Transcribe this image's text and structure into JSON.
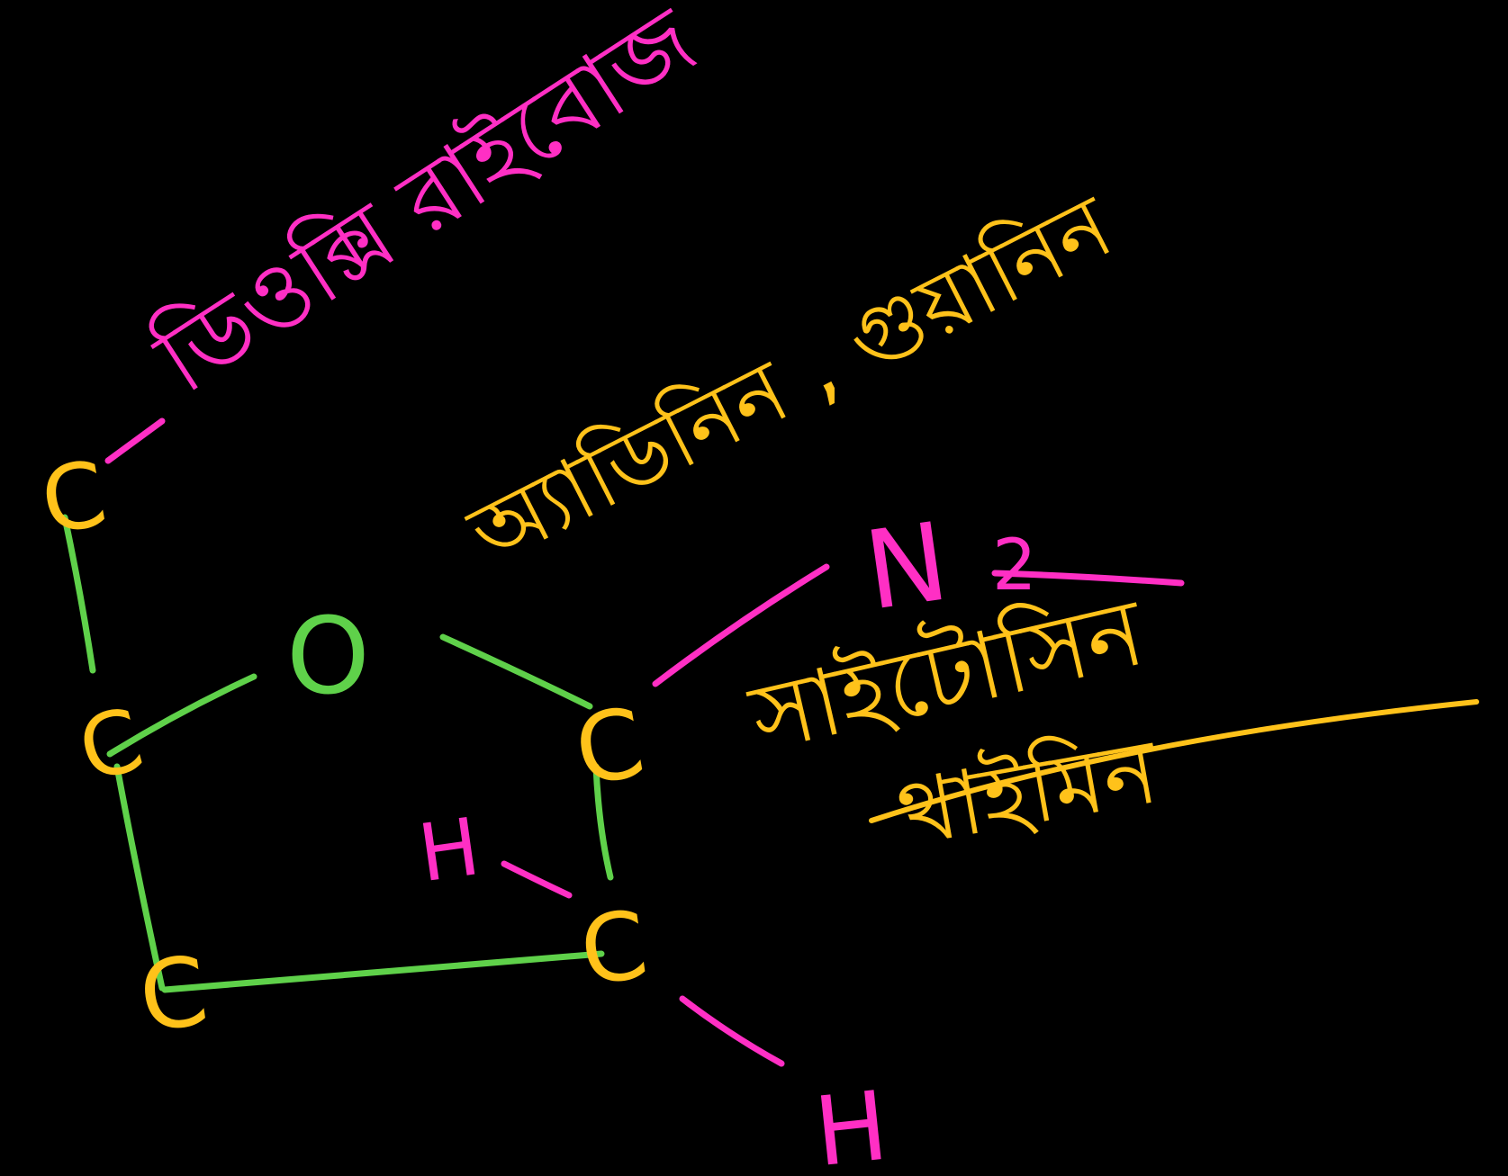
{
  "colors": {
    "background": "#000000",
    "atom": "#ffc21a",
    "bond": "#5fd14a",
    "note": "#ff2fc4",
    "label": "#ffc21a"
  },
  "atoms": {
    "carbon_top": "C",
    "carbon_left": "C",
    "carbon_bottom": "C",
    "carbon_right": "C",
    "ring_atom": "C",
    "ring_oxygen": "O",
    "hydrogen_inner": "H",
    "hydrogen_outer": "H",
    "substituent": "N",
    "substituent_subscript": "2"
  },
  "labels": {
    "ring_substituent_note": "ডিওক্সি রাইবোজ",
    "base_group": "অ্যাডিনিন , গুয়ানিন",
    "pyrimidine_line1": "সাইটোসিন",
    "pyrimidine_line2": "থাইমিন"
  }
}
